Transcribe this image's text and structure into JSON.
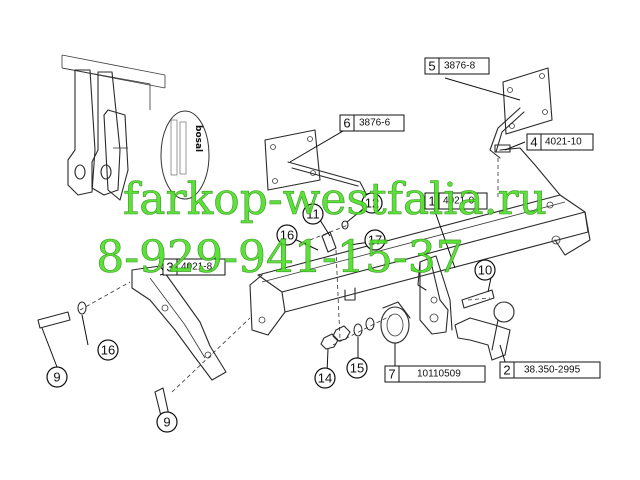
{
  "callouts": [
    {
      "num": "1",
      "code": "4021-0"
    },
    {
      "num": "2",
      "code": "38.350-2995"
    },
    {
      "num": "3",
      "code": "4021-8"
    },
    {
      "num": "4",
      "code": "4021-10"
    },
    {
      "num": "5",
      "code": "3876-8"
    },
    {
      "num": "6",
      "code": "3876-6"
    },
    {
      "num": "7",
      "code": "10110509"
    }
  ],
  "bubbles": [
    "9",
    "9",
    "10",
    "11",
    "12",
    "14",
    "15",
    "16",
    "16",
    "17"
  ],
  "watermark": {
    "line1": "farkop-westfalia.ru",
    "line2": "8-929-941-15-37",
    "color": "#4fdf2a"
  },
  "plate": {
    "brand": "bosal"
  }
}
